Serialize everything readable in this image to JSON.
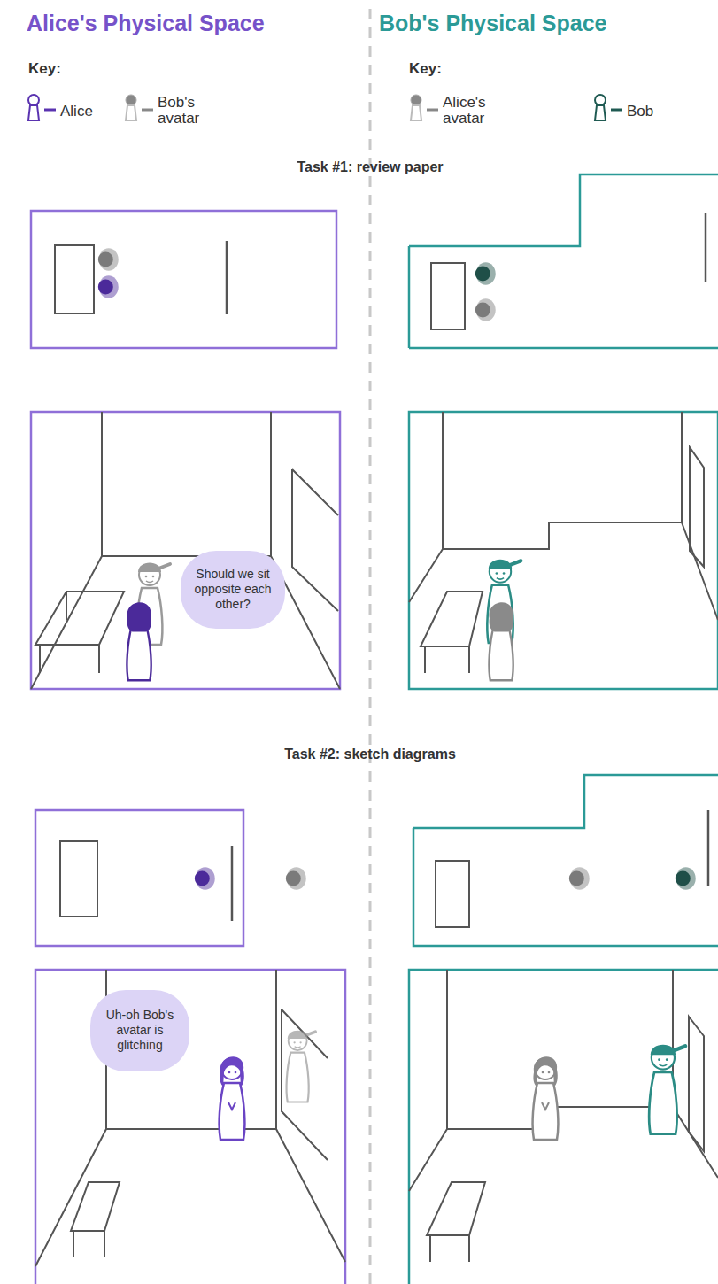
{
  "diagram": {
    "nodes": [
      {
        "text": [
          "Should we sit opposite each other?"
        ]
      },
      {
        "text": [
          "Uh-oh Bob's avatar is glitching"
        ]
      }
    ],
    "labels": [
      "Alice's Physical Space",
      "Bob's Physical Space",
      "Key:",
      "Key:",
      "Task #1: review paper",
      "Task #2: sketch diagrams"
    ],
    "legend": [
      {
        "text": "Alice"
      },
      {
        "text": "Bob's avatar"
      },
      {
        "text": "Alice's avatar"
      },
      {
        "text": "Bob"
      }
    ]
  }
}
